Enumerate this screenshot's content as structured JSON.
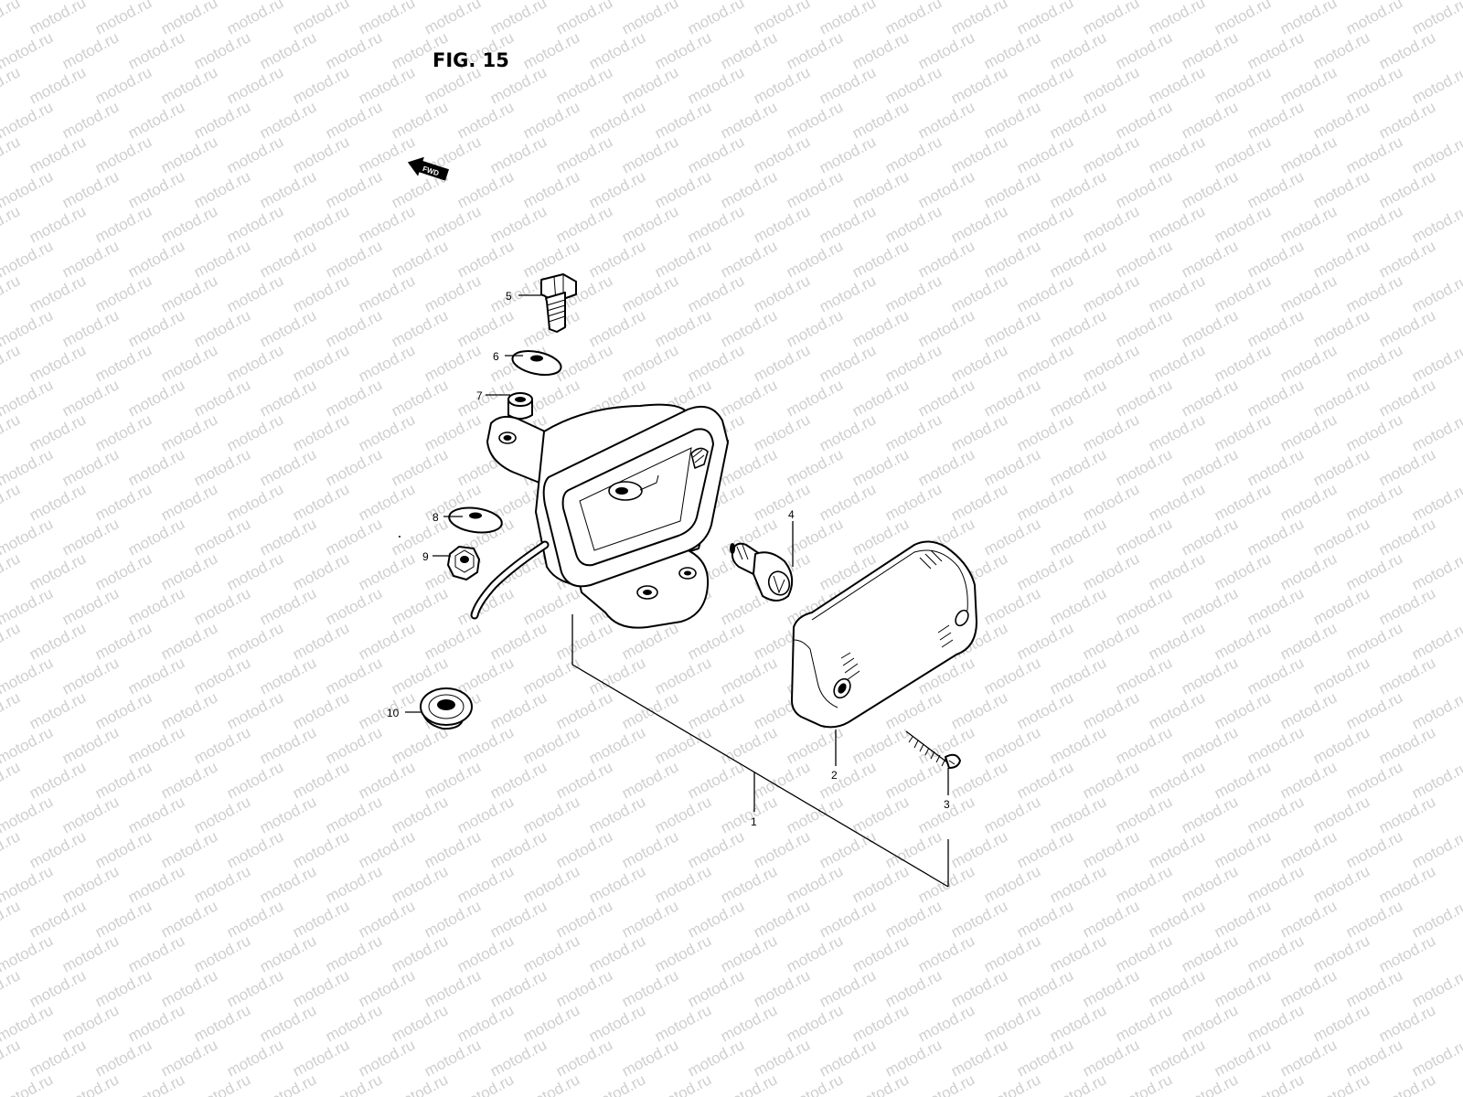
{
  "figure": {
    "title": "FIG. 15",
    "direction_tag": "FWD"
  },
  "watermark": {
    "text": "motod.ru",
    "color": "#cfcfcf"
  },
  "callouts": [
    {
      "id": "1",
      "label": "1"
    },
    {
      "id": "2",
      "label": "2"
    },
    {
      "id": "3",
      "label": "3"
    },
    {
      "id": "4",
      "label": "4"
    },
    {
      "id": "5",
      "label": "5"
    },
    {
      "id": "6",
      "label": "6"
    },
    {
      "id": "7",
      "label": "7"
    },
    {
      "id": "8",
      "label": "8"
    },
    {
      "id": "9",
      "label": "9"
    },
    {
      "id": "10",
      "label": "10"
    }
  ],
  "parts": [
    {
      "callout": "1",
      "icon": "lamp-assembly-icon"
    },
    {
      "callout": "2",
      "icon": "lens-icon"
    },
    {
      "callout": "3",
      "icon": "screw-icon"
    },
    {
      "callout": "4",
      "icon": "bulb-icon"
    },
    {
      "callout": "5",
      "icon": "bolt-icon"
    },
    {
      "callout": "6",
      "icon": "washer-icon"
    },
    {
      "callout": "7",
      "icon": "spacer-icon"
    },
    {
      "callout": "8",
      "icon": "washer-icon"
    },
    {
      "callout": "9",
      "icon": "nut-icon"
    },
    {
      "callout": "10",
      "icon": "grommet-icon"
    }
  ]
}
